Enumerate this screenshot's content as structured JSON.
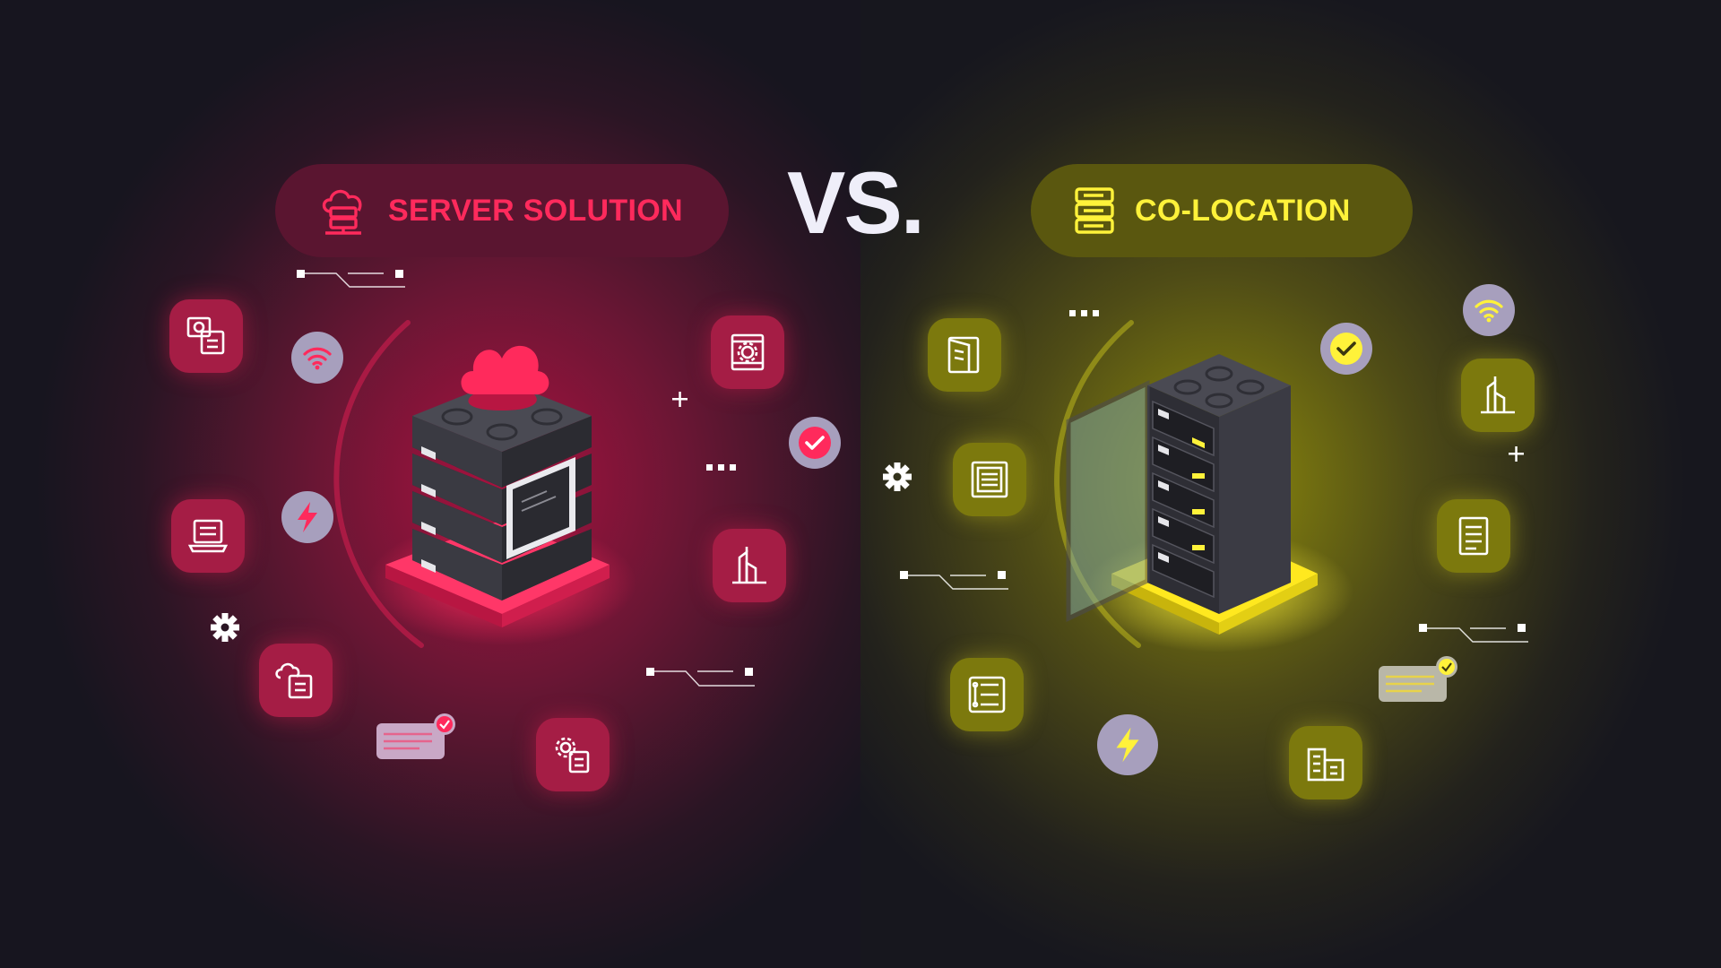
{
  "vs_label": "VS.",
  "server_solution": {
    "label": "SERVER SOLUTION",
    "accent_color": "#ff2a5c",
    "icons": [
      "cloud-server-icon",
      "monitor-document-icon",
      "wifi-icon",
      "server-gear-icon",
      "check-circle-icon",
      "laptop-icon",
      "lightning-icon",
      "skyscraper-icon",
      "gear-icon",
      "cloud-document-icon",
      "message-card-icon",
      "gear-document-icon",
      "rack-server-stack-icon"
    ]
  },
  "co_location": {
    "label": "CO-LOCATION",
    "accent_color": "#fff23a",
    "icons": [
      "database-stack-icon",
      "door-panel-icon",
      "server-panel-icon",
      "wifi-icon",
      "check-circle-icon",
      "skyscraper-icon",
      "document-list-icon",
      "gear-icon",
      "flowchart-document-icon",
      "lightning-icon",
      "message-card-icon",
      "office-building-icon",
      "open-server-rack-icon"
    ]
  }
}
